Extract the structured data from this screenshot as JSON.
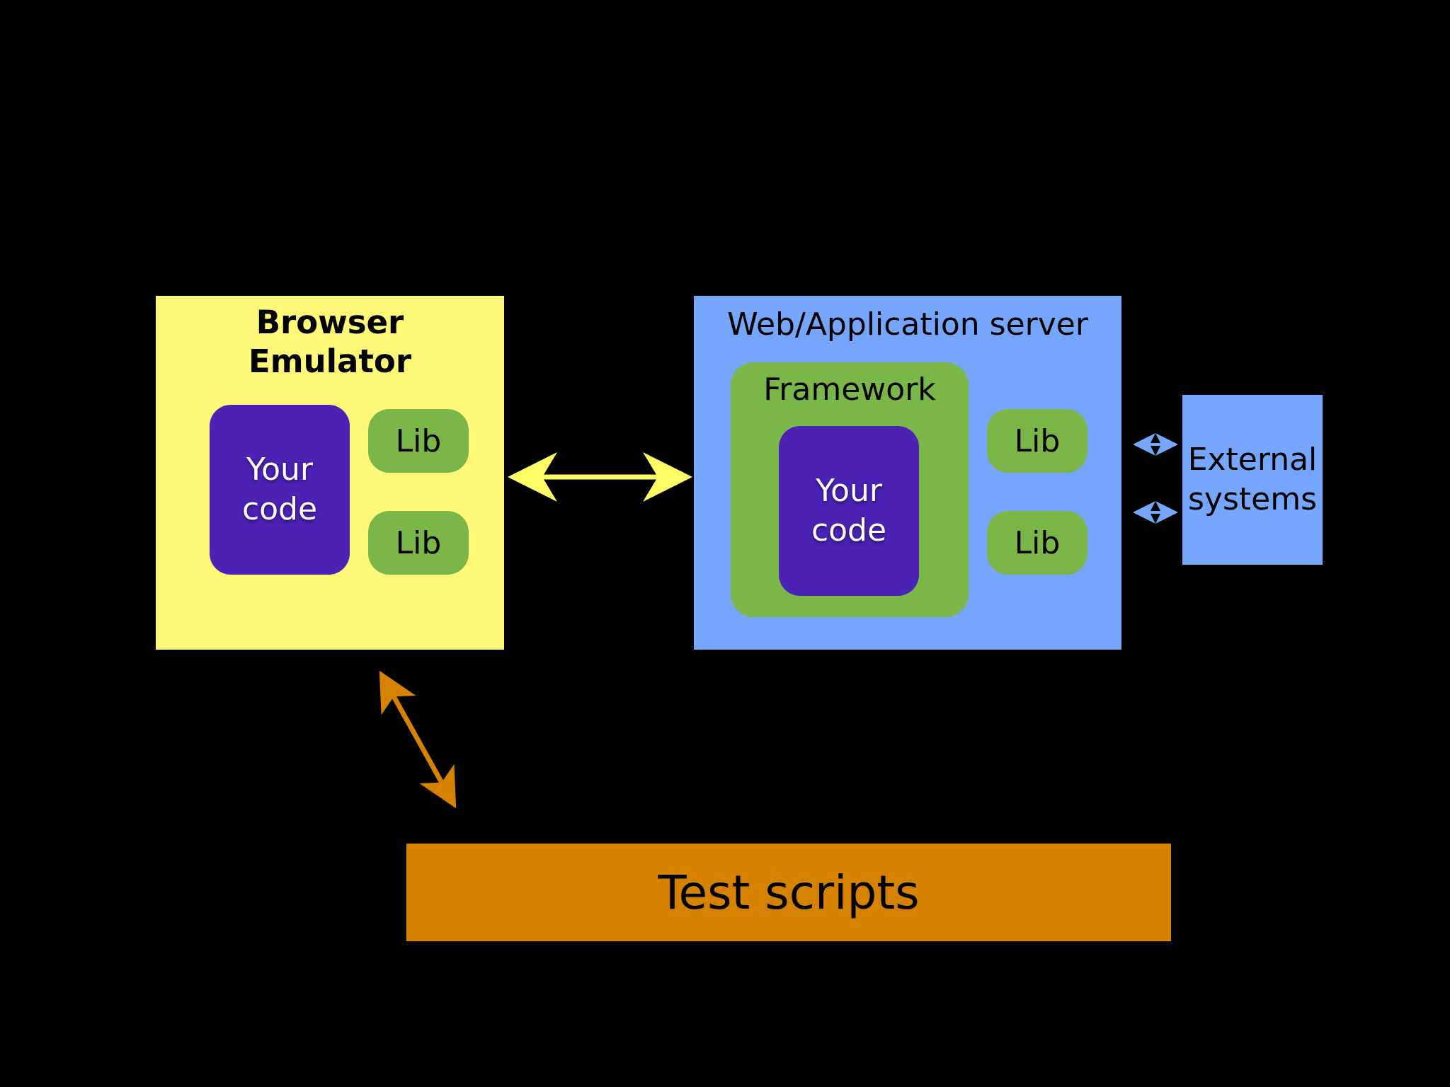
{
  "browser": {
    "title_line1": "Browser",
    "title_line2": "Emulator",
    "code_line1": "Your",
    "code_line2": "code",
    "lib1": "Lib",
    "lib2": "Lib",
    "color": "#fff878"
  },
  "server": {
    "title": "Web/Application server",
    "framework": "Framework",
    "code_line1": "Your",
    "code_line2": "code",
    "lib1": "Lib",
    "lib2": "Lib",
    "color": "#76a6fb"
  },
  "external": {
    "line1": "External",
    "line2": "systems"
  },
  "test": {
    "label": "Test scripts",
    "color": "#d48200"
  },
  "colors": {
    "background": "#000000",
    "code": "#4a22b4",
    "lib": "#7ab648",
    "browser_server_arrow": "#ffff66",
    "test_arrow": "#d48200",
    "external_arrow": "#76a6fb"
  }
}
